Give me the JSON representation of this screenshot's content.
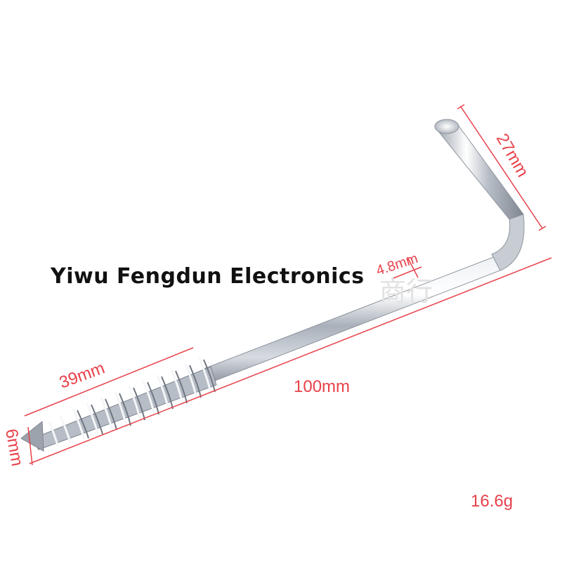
{
  "watermark": {
    "text": "Yiwu Fengdun Electronics",
    "faint_text": "商行"
  },
  "dimensions": {
    "hook_length": "27mm",
    "diameter": "4.8mm",
    "thread_length": "39mm",
    "total_length": "100mm",
    "thread_diameter": "6mm"
  },
  "weight": "16.6g",
  "colors": {
    "dimension_lines": "#e8414a",
    "metal": "#c9ced6"
  }
}
